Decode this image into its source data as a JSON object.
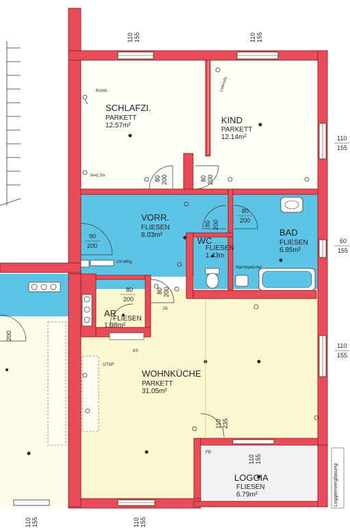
{
  "colors": {
    "wall": "#e94b57",
    "tile": "#5ec4e6",
    "parquet": "#fdf7d2",
    "loggia": "#f2f2f2",
    "line": "#333333"
  },
  "rooms": {
    "schlafzi": {
      "name": "SCHLAFZI.",
      "floor": "PARKETT",
      "area": "12.57m²"
    },
    "kind": {
      "name": "KIND",
      "floor": "PARKETT",
      "area": "12.14m²"
    },
    "vorr": {
      "name": "VORR.",
      "floor": "FLIESEN",
      "area": "8.03m²"
    },
    "wc": {
      "name": "WC",
      "floor": "FLIESEN",
      "area": "1.43m"
    },
    "bad": {
      "name": "BAD",
      "floor": "FLIESEN",
      "area": "6.85m²"
    },
    "ar": {
      "name": "AR",
      "floor": "FLIESEN",
      "area": "1.98m²"
    },
    "wohnkueche": {
      "name": "WOHNKÜCHE",
      "floor": "PARKETT",
      "area": "31.05m²"
    },
    "loggia": {
      "name": "LOGGIA",
      "floor": "FLIESEN",
      "area": "6.79m²"
    }
  },
  "windows": {
    "top_left": {
      "w": "110",
      "h": "155"
    },
    "top_right": {
      "w": "110",
      "h": "155"
    },
    "right_kind": {
      "w": "110",
      "h": "155"
    },
    "right_bad": {
      "w": "60",
      "h": "155"
    },
    "right_wohn": {
      "w": "110",
      "h": "155"
    },
    "loggia_door": {
      "w": "110",
      "h": "155"
    },
    "bottom_left": {
      "w": "110",
      "h": "155"
    },
    "bottom_mid": {
      "w": "110",
      "h": "155"
    },
    "wohn_door": {
      "w": "110",
      "h": "235"
    }
  },
  "doors": {
    "schlafzi": {
      "w": "80",
      "h": "200"
    },
    "kind": {
      "w": "80",
      "h": "200"
    },
    "wc": {
      "w": "80",
      "h": "200"
    },
    "bad": {
      "w": "80",
      "h": "200"
    },
    "vorr": {
      "w": "90",
      "h": "200"
    },
    "ar": {
      "w": "80",
      "h": "200"
    },
    "wohn": {
      "w": "80",
      "h": "200"
    },
    "left": {
      "w": "200"
    }
  },
  "annotations": {
    "loggienverglasung": "Loggienverglasung",
    "leerrohr": "Leerrohr",
    "uv_whg": "UV-Whg.",
    "nachtspeicher": "Nachtspeicher",
    "fr": "FR",
    "gl": "GL",
    "ks": "KS",
    "utsp": "UTSP",
    "h07": "H=0,7m",
    "komb": "Komb."
  }
}
